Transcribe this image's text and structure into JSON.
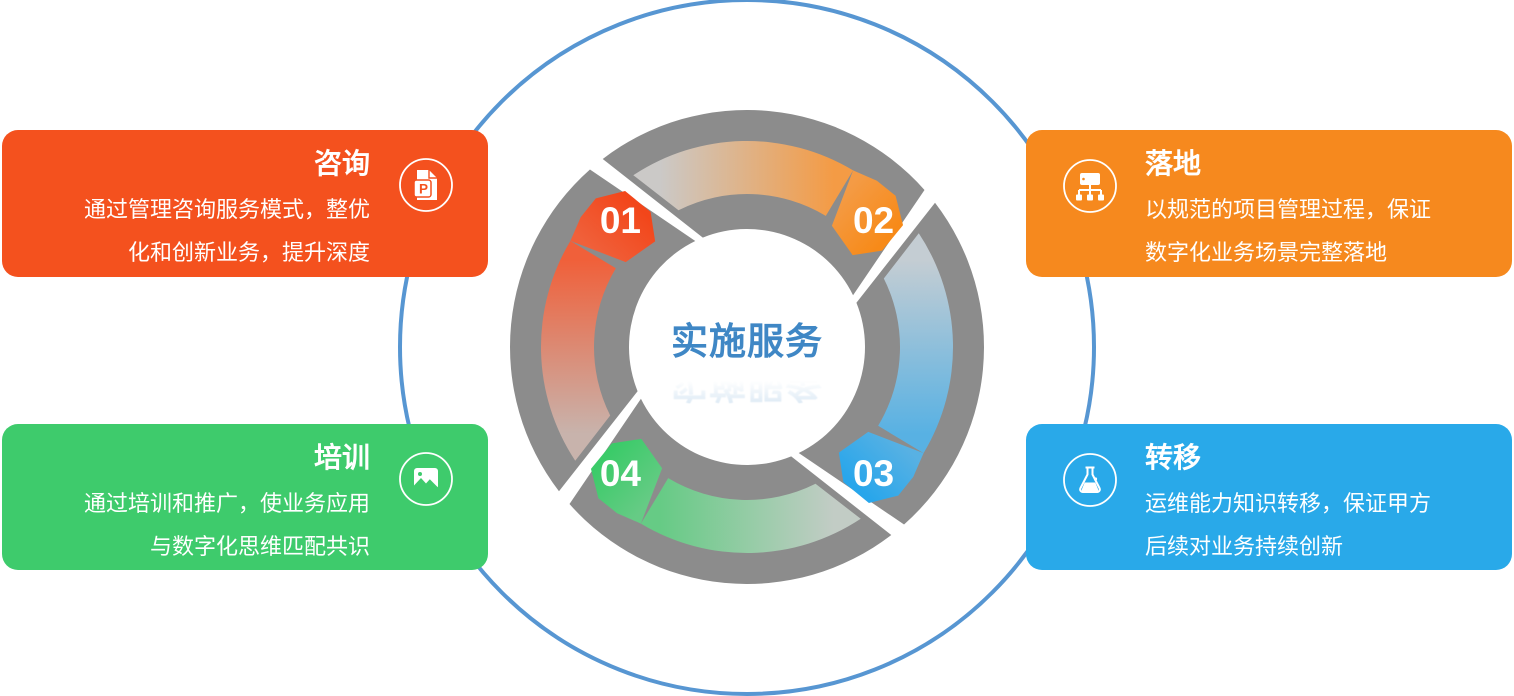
{
  "center": {
    "label": "实施服务",
    "text_color": "#3F87C5"
  },
  "outer_circle_color": "#5796D2",
  "ring": {
    "gray": "#8C8C8C",
    "steps": [
      {
        "num": "01",
        "vivid": "#F2461A",
        "soft": "#F0603A",
        "fade_from": "#C8B3AC"
      },
      {
        "num": "02",
        "vivid": "#F78A18",
        "soft": "#F49B45",
        "fade_from": "#CBC9C7"
      },
      {
        "num": "03",
        "vivid": "#28A6EB",
        "soft": "#58B1E3",
        "fade_from": "#C4CDD3"
      },
      {
        "num": "04",
        "vivid": "#3BCB69",
        "soft": "#66CB85",
        "fade_from": "#C2CCC5"
      }
    ]
  },
  "cards": [
    {
      "id": "consulting",
      "title": "咨询",
      "lines": [
        "通过管理咨询服务模式，整优",
        "化和创新业务，提升深度"
      ],
      "color": "#F4511E",
      "icon": "presentation-doc-icon",
      "icon_letter": "P"
    },
    {
      "id": "landing",
      "title": "落地",
      "lines": [
        "以规范的项目管理过程，保证",
        "数字化业务场景完整落地"
      ],
      "color": "#F6891E",
      "icon": "sitemap-icon"
    },
    {
      "id": "training",
      "title": "培训",
      "lines": [
        "通过培训和推广，使业务应用",
        "与数字化思维匹配共识"
      ],
      "color": "#3ECB6C",
      "icon": "image-icon"
    },
    {
      "id": "transfer",
      "title": "转移",
      "lines": [
        "运维能力知识转移，保证甲方",
        "后续对业务持续创新"
      ],
      "color": "#29A9E9",
      "icon": "flask-icon"
    }
  ]
}
